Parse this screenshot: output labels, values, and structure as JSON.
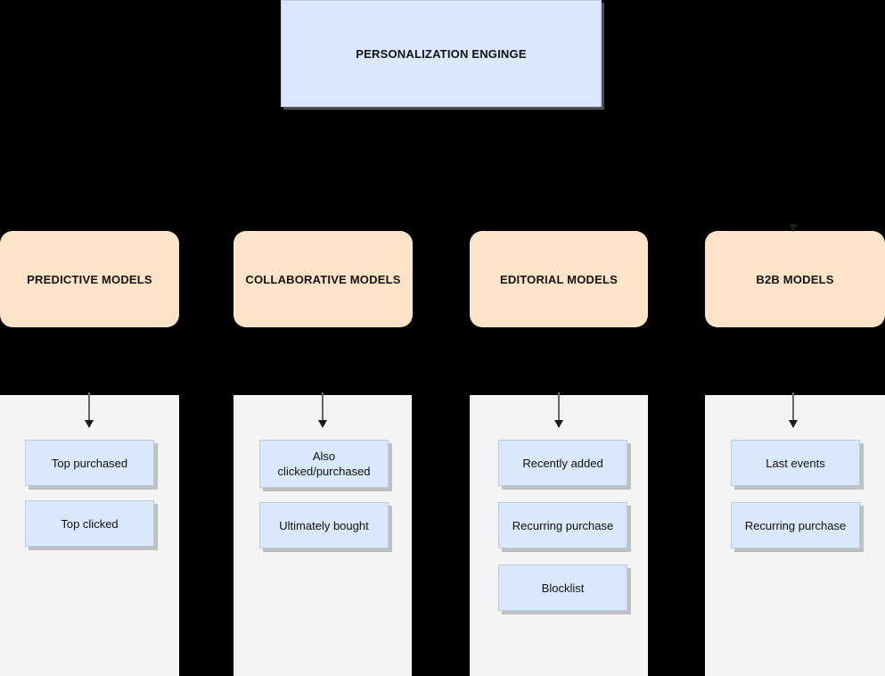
{
  "diagram": {
    "title_box": {
      "label": "PERSONALIZATION ENGINGE",
      "fill": "#dae8fc"
    },
    "columns": [
      {
        "model_label": "PREDICTIVE MODELS",
        "fill": "#fde3c8",
        "items": [
          {
            "label": "Top purchased"
          },
          {
            "label": "Top clicked"
          }
        ]
      },
      {
        "model_label": "COLLABORATIVE MODELS",
        "fill": "#fde3c8",
        "items": [
          {
            "label": "Also clicked/purchased"
          },
          {
            "label": "Ultimately bought"
          }
        ]
      },
      {
        "model_label": "EDITORIAL MODELS",
        "fill": "#fde3c8",
        "items": [
          {
            "label": "Recently added"
          },
          {
            "label": "Recurring purchase"
          },
          {
            "label": "Blocklist"
          }
        ]
      },
      {
        "model_label": "B2B MODELS",
        "fill": "#fde3c8",
        "items": [
          {
            "label": "Last events"
          },
          {
            "label": "Recurring purchase"
          }
        ]
      }
    ],
    "colors": {
      "background": "#000000",
      "panel": "#f4f4f4",
      "leaf_fill": "#dae8fc",
      "model_fill": "#fde3c8",
      "arrow": "#666666"
    }
  }
}
